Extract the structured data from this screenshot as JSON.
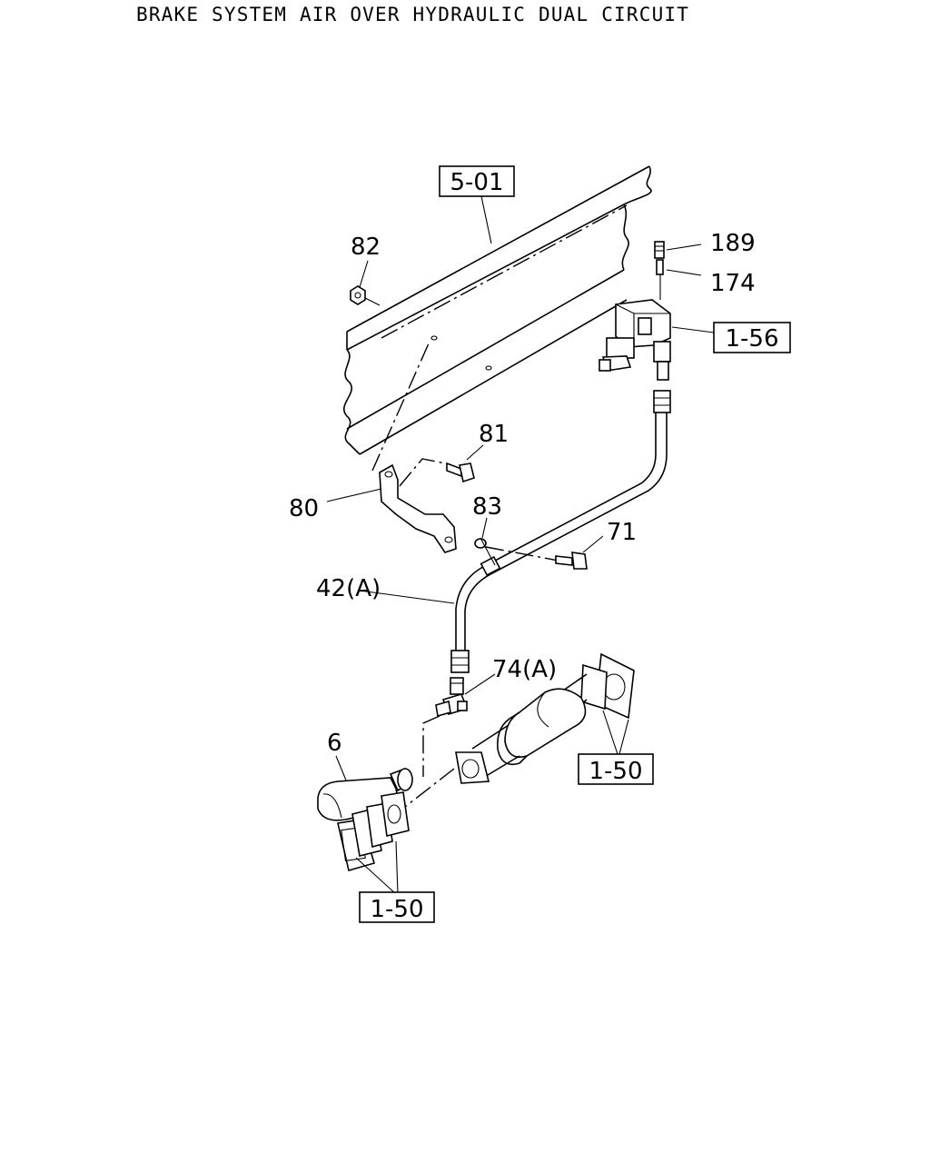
{
  "title": "BRAKE SYSTEM AIR OVER HYDRAULIC DUAL CIRCUIT",
  "callouts": {
    "frame_ref": "5-01",
    "bolt_82": "82",
    "part_189": "189",
    "part_174": "174",
    "valve_ref": "1-56",
    "bolt_81": "81",
    "bracket_80": "80",
    "clip_83": "83",
    "bolt_71": "71",
    "pipe_42a": "42(A)",
    "connector_74a": "74(A)",
    "part_6": "6",
    "exhaust_ref_upper": "1-50",
    "exhaust_ref_lower": "1-50"
  },
  "colors": {
    "line": "#000000",
    "background": "#ffffff"
  }
}
